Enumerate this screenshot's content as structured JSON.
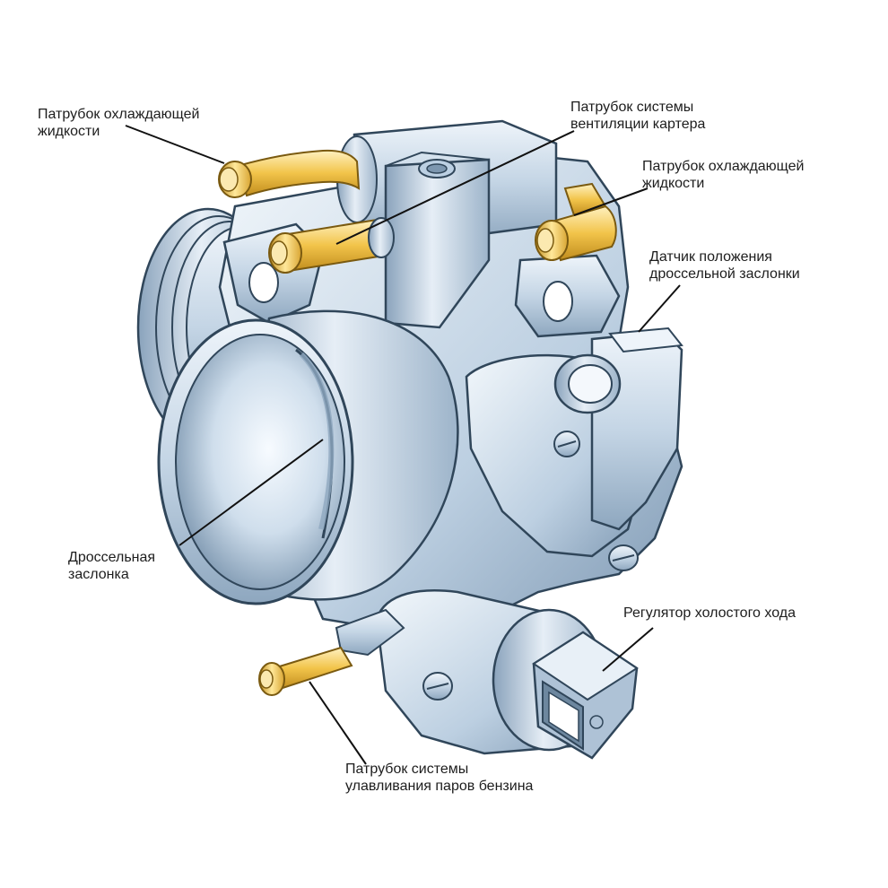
{
  "labels": {
    "coolant_pipe_left": {
      "line1": "Патрубок охлаждающей",
      "line2": "жидкости"
    },
    "crankcase_vent_pipe": {
      "line1": "Патрубок системы",
      "line2": "вентиляции картера"
    },
    "coolant_pipe_right": {
      "line1": "Патрубок охлаждающей",
      "line2": "жидкости"
    },
    "throttle_position_sensor": {
      "line1": "Датчик положения",
      "line2": "дроссельной заслонки"
    },
    "throttle_valve": {
      "line1": "Дроссельная",
      "line2": "заслонка"
    },
    "idle_regulator": {
      "line1": "Регулятор холостого хода"
    },
    "evap_pipe": {
      "line1": "Патрубок системы",
      "line2": "улавливания паров бензина"
    }
  },
  "colors": {
    "body_light": "#dfe9f3",
    "body_mid": "#a9bfd3",
    "body_dark": "#6d879f",
    "outline": "#30465a",
    "brass_light": "#fde7a0",
    "brass_mid": "#f2c44a",
    "brass_dark": "#b98517",
    "leader": "#111111"
  }
}
